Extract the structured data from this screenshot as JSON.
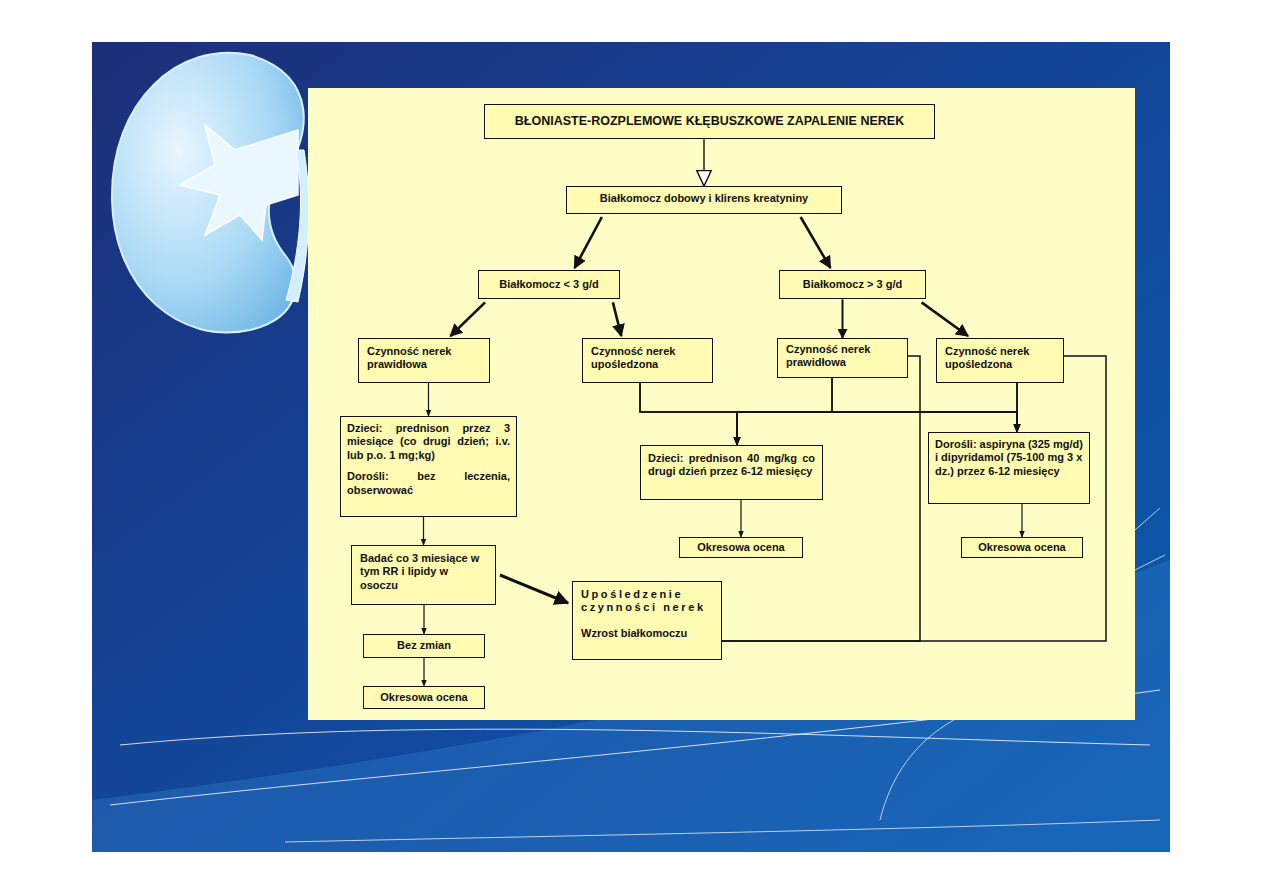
{
  "diagram": {
    "nodes": [
      {
        "text": [
          "BŁONIASTE-ROZPLEMOWE KŁĘBUSZKOWE ZAPALENIE NEREK"
        ]
      },
      {
        "text": [
          "Białkomocz dobowy i klirens kreatyniny"
        ]
      },
      {
        "text": [
          "Białkomocz < 3 g/d"
        ]
      },
      {
        "text": [
          "Białkomocz > 3 g/d"
        ]
      },
      {
        "text": [
          "Czynność nerek prawidłowa"
        ]
      },
      {
        "text": [
          "Czynność nerek upośledzona"
        ]
      },
      {
        "text": [
          "Czynność nerek prawidłowa"
        ]
      },
      {
        "text": [
          "Czynność nerek upośledzona"
        ]
      },
      {
        "text": [
          "Dzieci: prednison przez 3 miesiące (co drugi dzień; i.v. lub p.o. 1 mg;kg)",
          "Dorośli: bez leczenia, obserwować"
        ]
      },
      {
        "text": [
          "Dzieci: prednison 40 mg/kg co drugi dzień przez 6-12 miesięcy"
        ]
      },
      {
        "text": [
          "Dorośli: aspiryna (325 mg/d) i dipyridamol (75-100 mg 3 x dz.) przez 6-12 miesięcy"
        ]
      },
      {
        "text": [
          "Badać co 3 miesiące w tym RR i lipidy w osoczu"
        ]
      },
      {
        "text": [
          "Okresowa ocena"
        ]
      },
      {
        "text": [
          "Okresowa ocena"
        ]
      },
      {
        "text": [
          "Upośledzenie czynności nerek",
          "Wzrost białkomoczu"
        ]
      },
      {
        "text": [
          "Bez zmian"
        ]
      },
      {
        "text": [
          "Okresowa ocena"
        ]
      }
    ],
    "edges": [
      {
        "from": 0,
        "to": 1,
        "arrow": "to"
      },
      {
        "from": 1,
        "to": 2,
        "arrow": "to"
      },
      {
        "from": 1,
        "to": 3,
        "arrow": "to"
      },
      {
        "from": 2,
        "to": 4,
        "arrow": "to"
      },
      {
        "from": 2,
        "to": 5,
        "arrow": "to"
      },
      {
        "from": 3,
        "to": 6,
        "arrow": "to"
      },
      {
        "from": 3,
        "to": 7,
        "arrow": "to"
      },
      {
        "from": 4,
        "to": 8,
        "arrow": "to"
      },
      {
        "from": 5,
        "to": 9,
        "arrow": "to"
      },
      {
        "from": 6,
        "to": 9,
        "arrow": "to"
      },
      {
        "from": 7,
        "to": 9,
        "arrow": "to"
      },
      {
        "from": 5,
        "to": 10,
        "arrow": "to"
      },
      {
        "from": 6,
        "to": 10,
        "arrow": "to"
      },
      {
        "from": 7,
        "to": 10,
        "arrow": "to"
      },
      {
        "from": 8,
        "to": 11,
        "arrow": "to"
      },
      {
        "from": 9,
        "to": 12,
        "arrow": "to"
      },
      {
        "from": 10,
        "to": 13,
        "arrow": "to"
      },
      {
        "from": 11,
        "to": 14,
        "arrow": "to"
      },
      {
        "from": 11,
        "to": 15,
        "arrow": "to"
      },
      {
        "from": 15,
        "to": 16,
        "arrow": "to"
      },
      {
        "from": 14,
        "to": 6,
        "arrow": "none"
      },
      {
        "from": 14,
        "to": 7,
        "arrow": "none"
      }
    ]
  }
}
